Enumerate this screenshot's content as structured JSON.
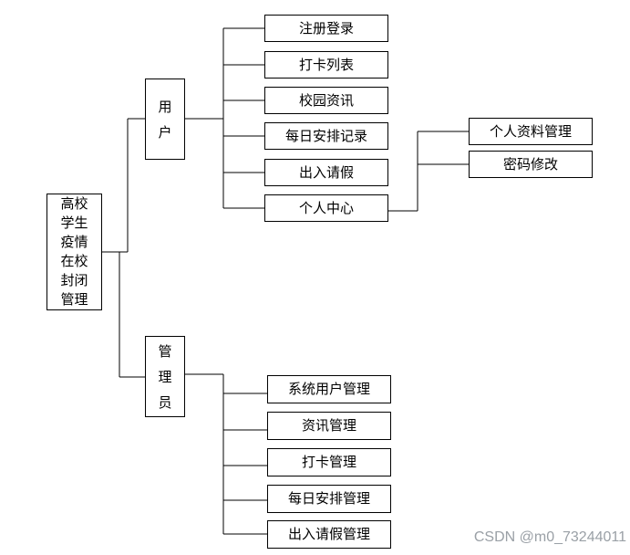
{
  "root": {
    "label": "高校学生疫情在校封闭管理"
  },
  "roles": {
    "user": {
      "label": "用户",
      "functions": [
        "注册登录",
        "打卡列表",
        "校园资讯",
        "每日安排记录",
        "出入请假",
        "个人中心"
      ],
      "personal_center_functions": [
        "个人资料管理",
        "密码修改"
      ]
    },
    "admin": {
      "label": "管理员",
      "functions": [
        "系统用户管理",
        "资讯管理",
        "打卡管理",
        "每日安排管理",
        "出入请假管理"
      ]
    }
  },
  "watermark": "CSDN @m0_73244011"
}
